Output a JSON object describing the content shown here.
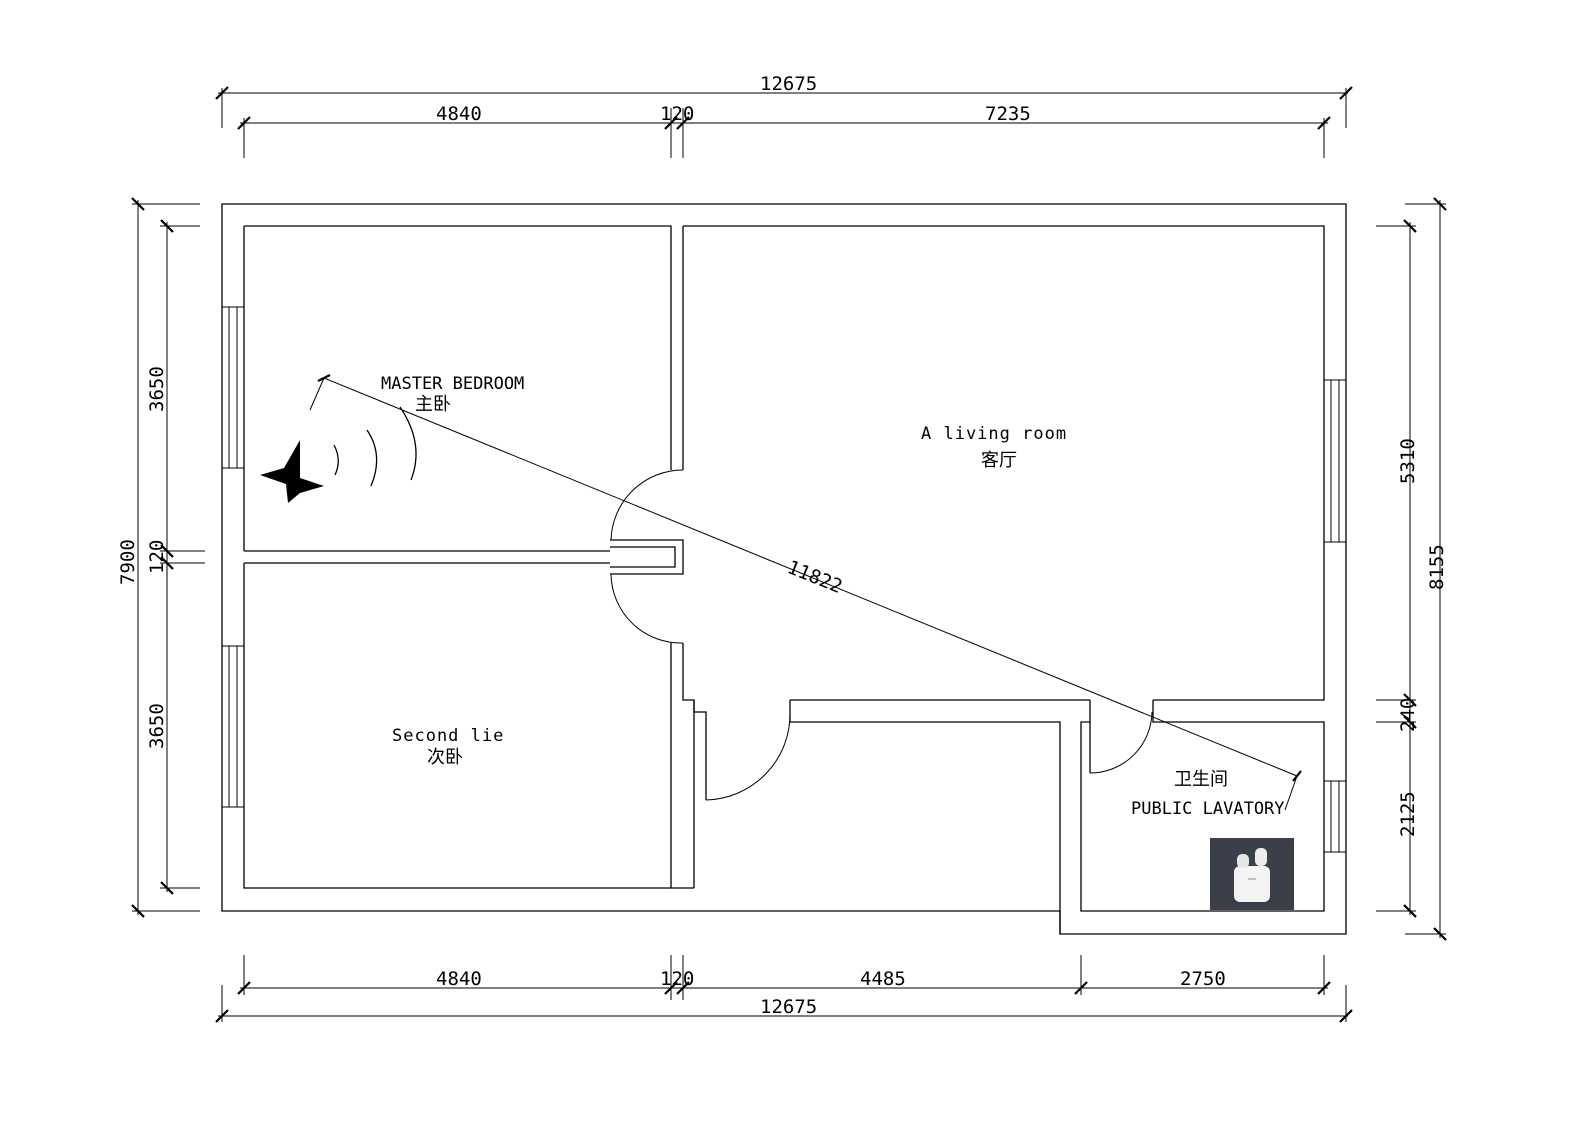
{
  "dimensions": {
    "top_overall": "12675",
    "top_left": "4840",
    "top_wall": "120",
    "top_right": "7235",
    "bottom_left": "4840",
    "bottom_wall": "120",
    "bottom_mid": "4485",
    "bottom_right": "2750",
    "bottom_overall": "12675",
    "left_overall": "7900",
    "left_upper": "3650",
    "left_wall": "120",
    "left_lower": "3650",
    "right_overall": "8155",
    "right_upper": "5310",
    "right_wall": "240",
    "right_lower": "2125",
    "diagonal": "11822"
  },
  "rooms": {
    "master_bedroom_en": "MASTER BEDROOM",
    "master_bedroom_cn": "主卧",
    "living_room_en": "A living room",
    "living_room_cn": "客厅",
    "second_bedroom_en": "Second lie",
    "second_bedroom_cn": "次卧",
    "lavatory_cn": "卫生间",
    "lavatory_en": "PUBLIC LAVATORY"
  },
  "icons": {
    "source_marker": "star-icon",
    "signal": "signal-waves-icon",
    "device": "earbuds-case-icon"
  },
  "colors": {
    "line": "#000000",
    "background": "#ffffff",
    "device_bg": "#3b3f4a"
  }
}
